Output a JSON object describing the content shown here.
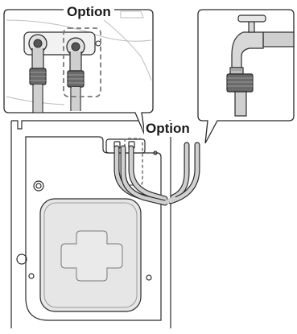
{
  "labels": {
    "top_callout": "Option",
    "mid_callout": "Option"
  },
  "colors": {
    "line": "#2b2b2b",
    "panel_fill": "#e6e6e6",
    "hose_fill": "#d0d0d0",
    "dashed": "#7a7a7a",
    "background": "#ffffff"
  },
  "icons": [
    "water-tap-icon",
    "hose-connector-icon",
    "washer-back-panel",
    "valve-outlet-icon"
  ]
}
